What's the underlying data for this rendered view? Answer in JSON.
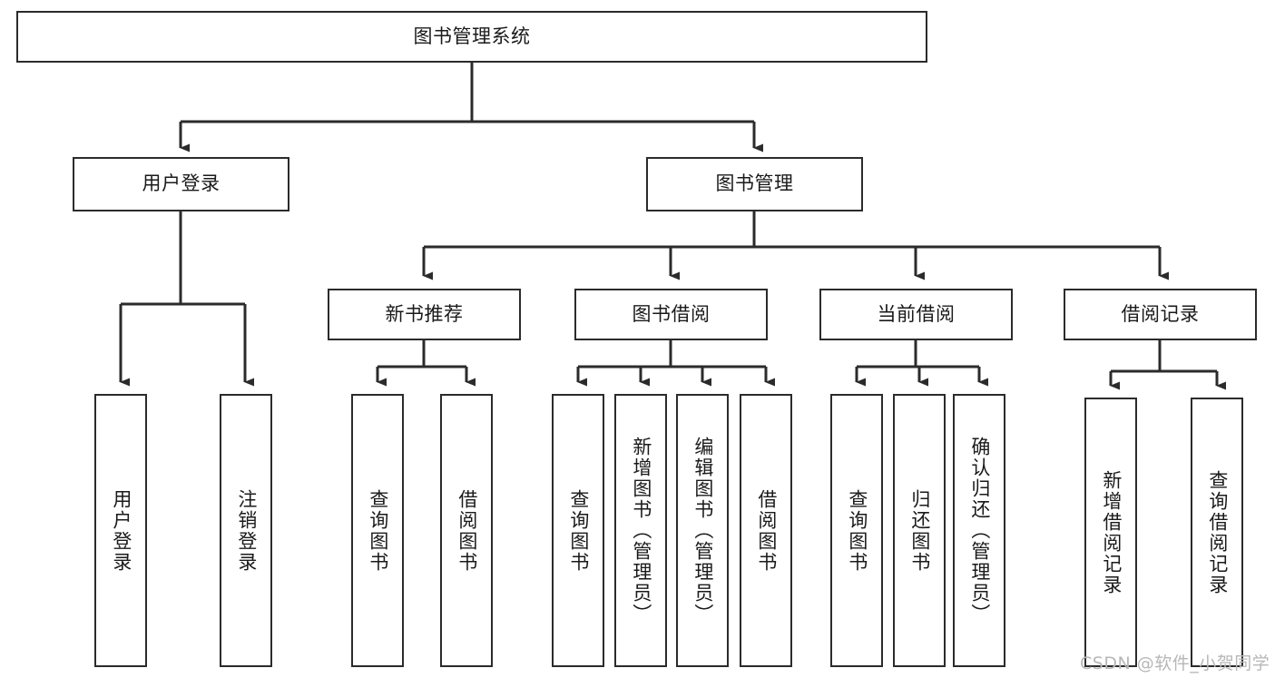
{
  "diagram": {
    "title": "图书管理系统",
    "type": "tree-hierarchy-chart",
    "watermark": "CSDN @软件_小贺同学",
    "colors": {
      "background": "#ffffff",
      "box_border": "#2b2b2b",
      "box_fill": "#ffffff",
      "text": "#1a1a1a",
      "connector": "#2b2b2b",
      "watermark": "#b7b7b7"
    },
    "root": {
      "label": "图书管理系统",
      "id": "root"
    },
    "level2": [
      {
        "id": "user-login",
        "label": "用户登录"
      },
      {
        "id": "book-management",
        "label": "图书管理"
      }
    ],
    "level3": [
      {
        "id": "new-book-recommend",
        "label": "新书推荐",
        "parent": "book-management"
      },
      {
        "id": "book-borrow",
        "label": "图书借阅",
        "parent": "book-management"
      },
      {
        "id": "current-borrow",
        "label": "当前借阅",
        "parent": "book-management"
      },
      {
        "id": "borrow-record",
        "label": "借阅记录",
        "parent": "book-management"
      }
    ],
    "leaves": {
      "user-login": [
        {
          "id": "leaf-user-login",
          "label": "用户登录"
        },
        {
          "id": "leaf-user-logout",
          "label": "注销登录"
        }
      ],
      "new-book-recommend": [
        {
          "id": "leaf-query-book-1",
          "label": "查询图书"
        },
        {
          "id": "leaf-borrow-book-1",
          "label": "借阅图书"
        }
      ],
      "book-borrow": [
        {
          "id": "leaf-query-book-2",
          "label": "查询图书"
        },
        {
          "id": "leaf-add-book",
          "label": "新增图书（管理员）"
        },
        {
          "id": "leaf-edit-book",
          "label": "编辑图书（管理员）"
        },
        {
          "id": "leaf-borrow-book-2",
          "label": "借阅图书"
        }
      ],
      "current-borrow": [
        {
          "id": "leaf-query-book-3",
          "label": "查询图书"
        },
        {
          "id": "leaf-return-book",
          "label": "归还图书"
        },
        {
          "id": "leaf-confirm-return",
          "label": "确认归还（管理员）"
        }
      ],
      "borrow-record": [
        {
          "id": "leaf-add-record",
          "label": "新增借阅记录"
        },
        {
          "id": "leaf-query-record",
          "label": "查询借阅记录"
        }
      ]
    }
  }
}
